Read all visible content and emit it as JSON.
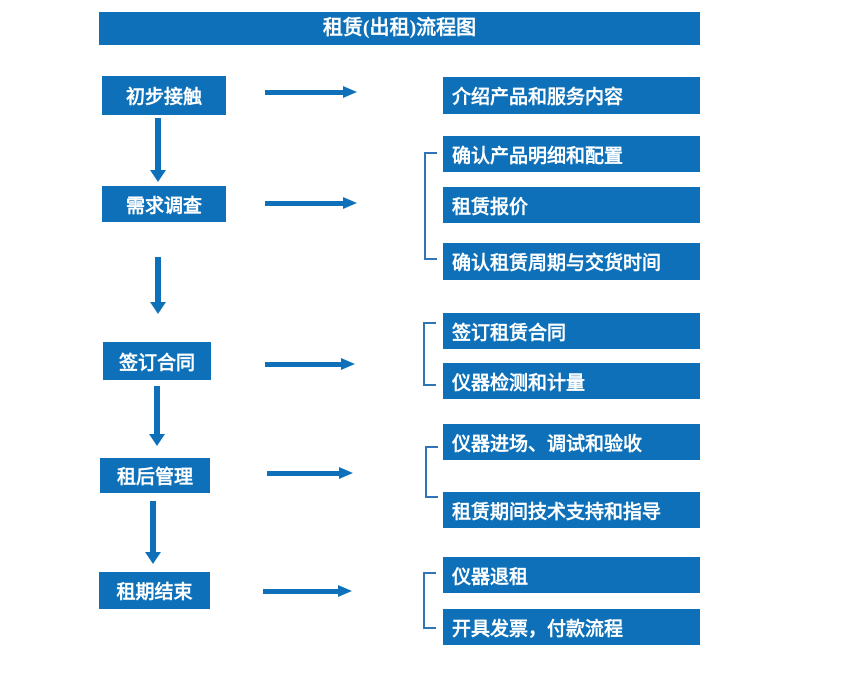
{
  "title": "租赁(出租)流程图",
  "colors": {
    "primary": "#0d70b8",
    "bracket_line": "#2e75b6",
    "text_on_primary": "#ffffff",
    "background": "#ffffff"
  },
  "icons": {
    "arrow_right": "→",
    "arrow_down": "↓",
    "group_bracket": "["
  },
  "steps": [
    {
      "label": "初步接触",
      "outputs": [
        "介绍产品和服务内容"
      ]
    },
    {
      "label": "需求调查",
      "outputs": [
        "确认产品明细和配置",
        "租赁报价",
        "确认租赁周期与交货时间"
      ]
    },
    {
      "label": "签订合同",
      "outputs": [
        "签订租赁合同",
        "仪器检测和计量"
      ]
    },
    {
      "label": "租后管理",
      "outputs": [
        "仪器进场、调试和验收",
        "租赁期间技术支持和指导"
      ]
    },
    {
      "label": "租期结束",
      "outputs": [
        "仪器退租",
        "开具发票，付款流程"
      ]
    }
  ]
}
